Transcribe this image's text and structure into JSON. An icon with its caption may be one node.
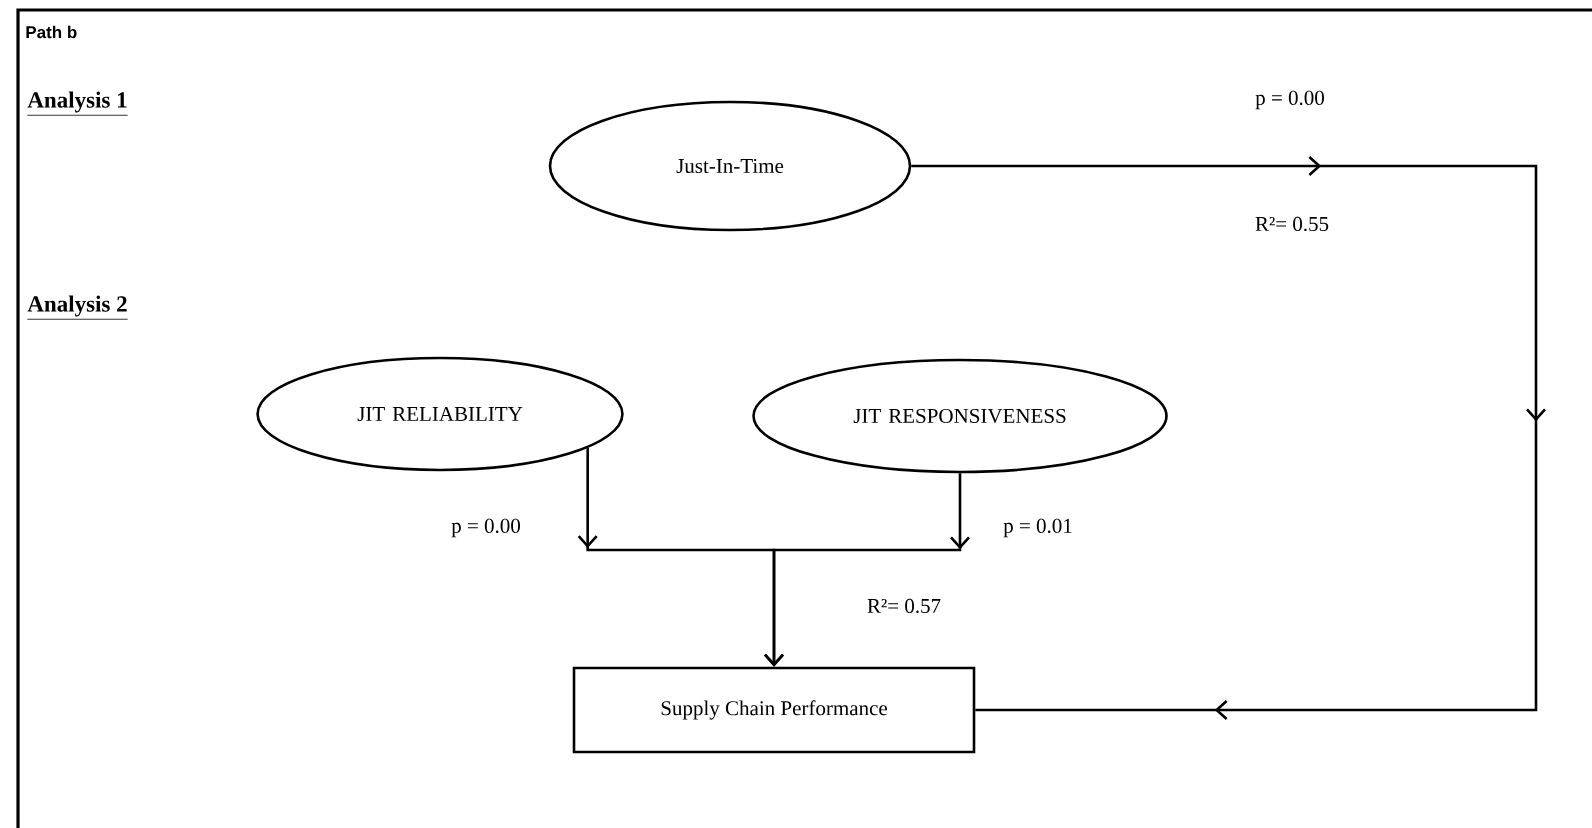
{
  "diagram": {
    "nodes": [
      {
        "text": [
          "Just-In-Time"
        ]
      },
      {
        "text": [
          "JIT RELIABILITY"
        ]
      },
      {
        "text": [
          "JIT RESPONSIVENESS"
        ]
      },
      {
        "text": [
          "Supply Chain Performance"
        ]
      }
    ],
    "edges": [
      {
        "from": 0,
        "to": 3,
        "arrow": "to",
        "label": "p = 0.00"
      },
      {
        "from": 1,
        "to": 3,
        "arrow": "to",
        "label": "p = 0.00"
      },
      {
        "from": 2,
        "to": 3,
        "arrow": "to",
        "label": "p = 0.01"
      }
    ],
    "labels": [
      "Path b",
      "Analysis 1",
      "Analysis 2",
      "R²= 0.55",
      "R²= 0.57"
    ]
  }
}
